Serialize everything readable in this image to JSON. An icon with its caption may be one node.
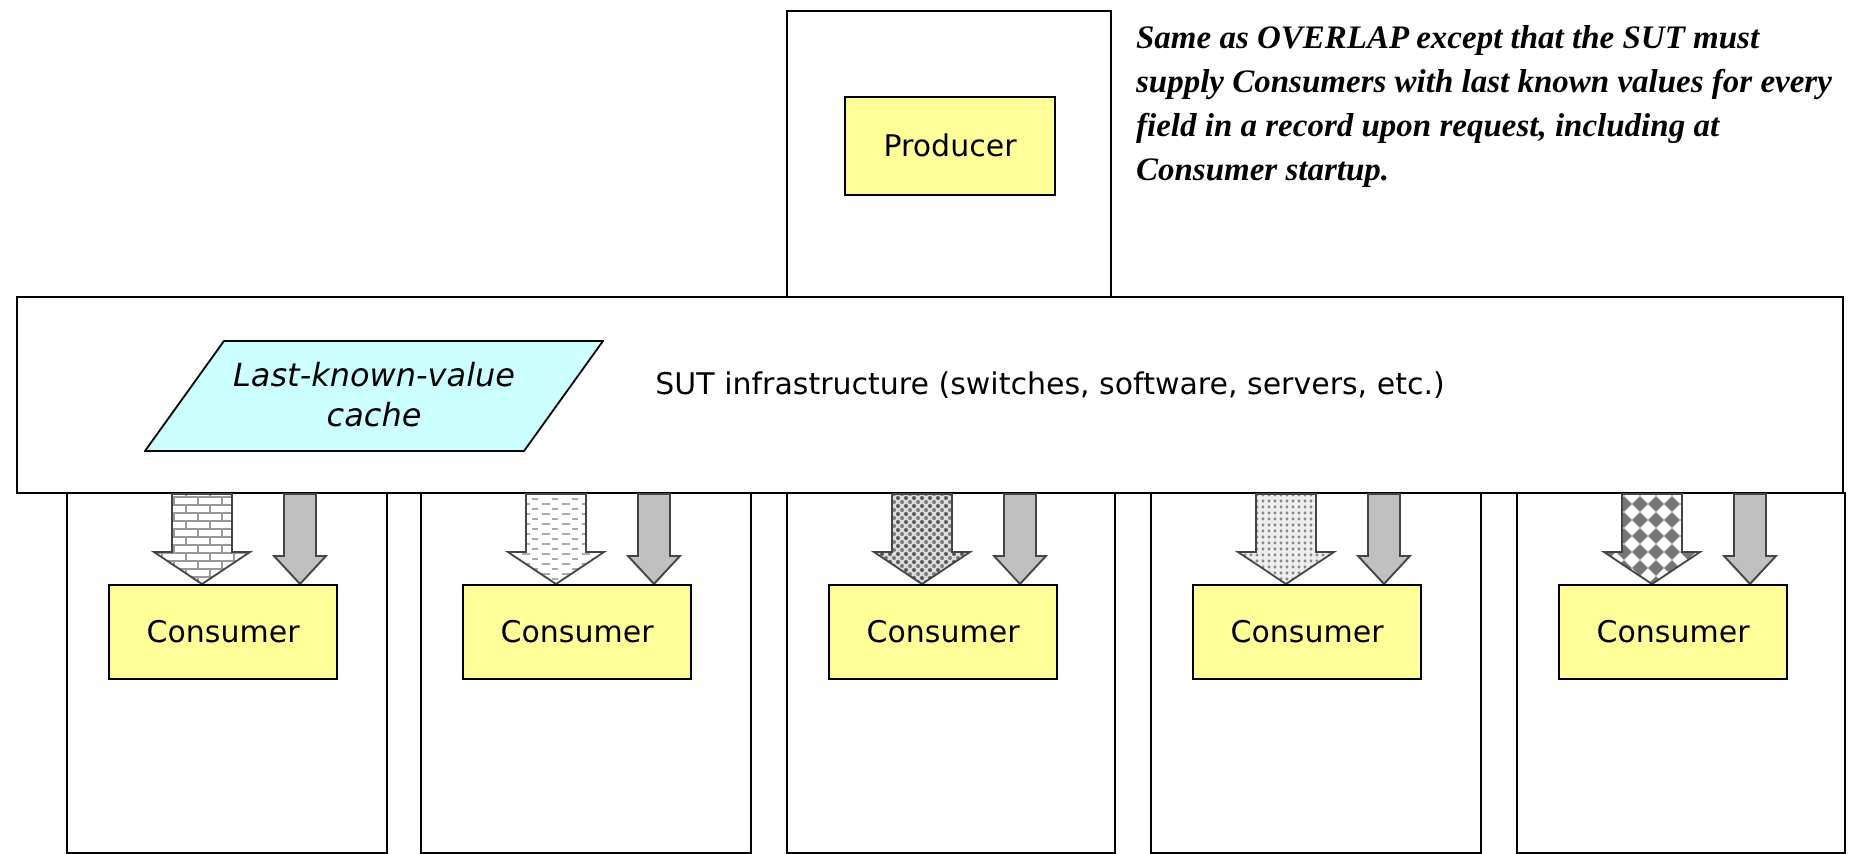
{
  "diagram": {
    "nodes": [
      {
        "text": [],
        "shape": "box"
      },
      {
        "text": [
          "Producer"
        ],
        "in": 0
      },
      {
        "text": [
          "SUT infrastructure (switches, software, servers, etc.)"
        ]
      },
      {
        "text": [
          "Last-known-value cache"
        ],
        "in": 2
      },
      {
        "text": [],
        "shape": "box"
      },
      {
        "text": [
          "Consumer"
        ],
        "in": 4
      },
      {
        "text": [],
        "shape": "box"
      },
      {
        "text": [
          "Consumer"
        ],
        "in": 6
      },
      {
        "text": [],
        "shape": "box"
      },
      {
        "text": [
          "Consumer"
        ],
        "in": 8
      },
      {
        "text": [],
        "shape": "box"
      },
      {
        "text": [
          "Consumer"
        ],
        "in": 10
      },
      {
        "text": [],
        "shape": "box"
      },
      {
        "text": [
          "Consumer"
        ],
        "in": 12
      }
    ],
    "edges": [
      {
        "from": 2,
        "to": 5,
        "arrow": "to",
        "style": "thick"
      },
      {
        "from": 2,
        "to": 5,
        "arrow": "to"
      },
      {
        "from": 2,
        "to": 7,
        "arrow": "to",
        "style": "thick"
      },
      {
        "from": 2,
        "to": 7,
        "arrow": "to"
      },
      {
        "from": 2,
        "to": 9,
        "arrow": "to",
        "style": "thick"
      },
      {
        "from": 2,
        "to": 9,
        "arrow": "to"
      },
      {
        "from": 2,
        "to": 11,
        "arrow": "to",
        "style": "thick"
      },
      {
        "from": 2,
        "to": 11,
        "arrow": "to"
      },
      {
        "from": 2,
        "to": 13,
        "arrow": "to",
        "style": "thick"
      },
      {
        "from": 2,
        "to": 13,
        "arrow": "to"
      }
    ],
    "labels": [
      "Same as OVERLAP except that the SUT must supply Consumers with last known values for every field in a record upon request, including at Consumer startup."
    ]
  }
}
